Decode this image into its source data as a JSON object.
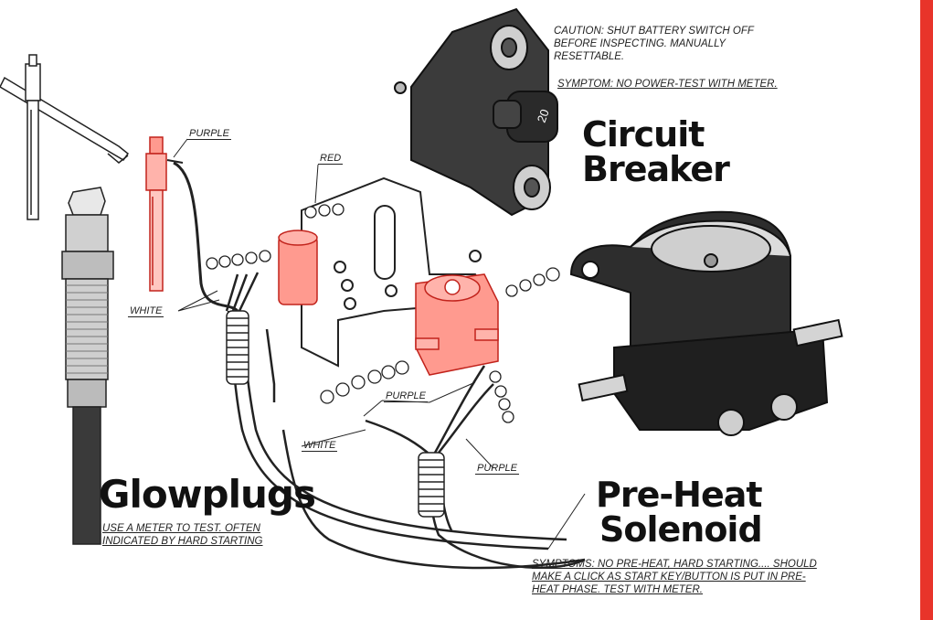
{
  "titles": {
    "circuit_breaker": [
      "Circuit",
      "Breaker"
    ],
    "glowplugs": "Glowplugs",
    "pre_heat_solenoid": [
      "Pre-Heat",
      "Solenoid"
    ]
  },
  "notes": {
    "caution": [
      "CAUTION: SHUT BATTERY SWITCH OFF",
      "BEFORE INSPECTING. MANUALLY",
      "RESETTABLE."
    ],
    "breaker_symptom": "SYMPTOM: NO POWER-TEST WITH METER.",
    "glowplug_note": [
      "USE A METER TO TEST. OFTEN",
      "INDICATED BY HARD STARTING"
    ],
    "solenoid_symptoms": [
      "SYMPTOMS: NO PRE-HEAT, HARD STARTING.... SHOULD",
      "MAKE A CLICK AS START KEY/BUTTON IS PUT IN PRE-",
      "HEAT PHASE. TEST WITH METER."
    ]
  },
  "wire_labels": {
    "purple_top": "PURPLE",
    "red": "RED",
    "white_left": "WHITE",
    "purple_mid": "PURPLE",
    "white_bottom": "WHITE",
    "purple_bottom": "PURPLE"
  },
  "breaker_rating": "20",
  "colors": {
    "accent_red": "#e8342a",
    "component_red": "#e8342a",
    "ink": "#1a1a1a"
  }
}
